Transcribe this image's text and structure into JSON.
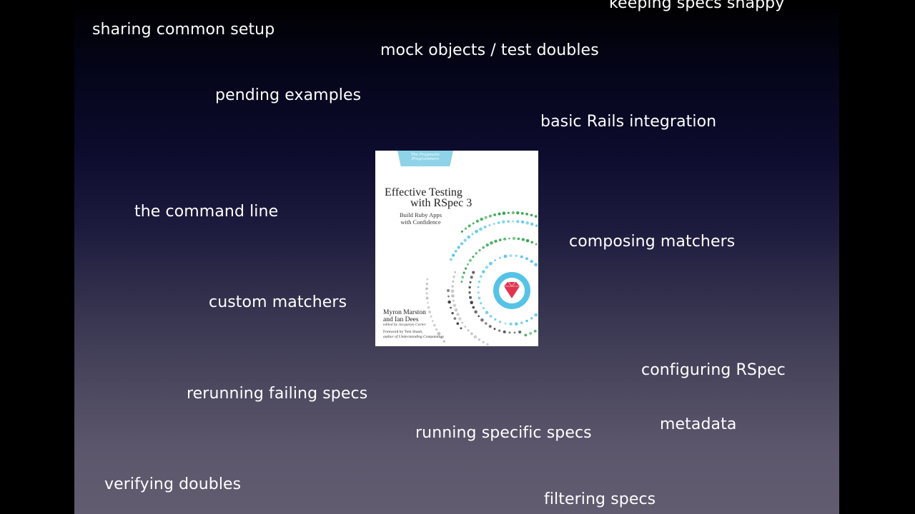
{
  "topics": [
    "keeping specs snappy",
    "sharing common setup",
    "mock objects / test doubles",
    "pending examples",
    "basic Rails integration",
    "the command line",
    "composing matchers",
    "custom matchers",
    "configuring RSpec",
    "rerunning failing specs",
    "running specific specs",
    "metadata",
    "verifying doubles",
    "filtering specs"
  ],
  "book": {
    "publisher_line1": "The",
    "publisher_line2": "Pragmatic",
    "publisher_line3": "Programmers",
    "title_line1": "Effective Testing",
    "title_line2": "with RSpec 3",
    "subtitle_line1": "Build Ruby Apps",
    "subtitle_line2": "with Confidence",
    "author_line1": "Myron Marston",
    "author_line2": "and Ian Dees",
    "editor": "edited by Jacquelyn Carter",
    "foreword_line1": "Foreword by Tom Stuart,",
    "foreword_line2": "author of Understanding Computation"
  },
  "colors": {
    "ruby": "#e0344f",
    "ring": "#56c3e6",
    "green": "#2fa24a",
    "dark": "#3d3d3d",
    "light_gray": "#b9b9b9"
  }
}
